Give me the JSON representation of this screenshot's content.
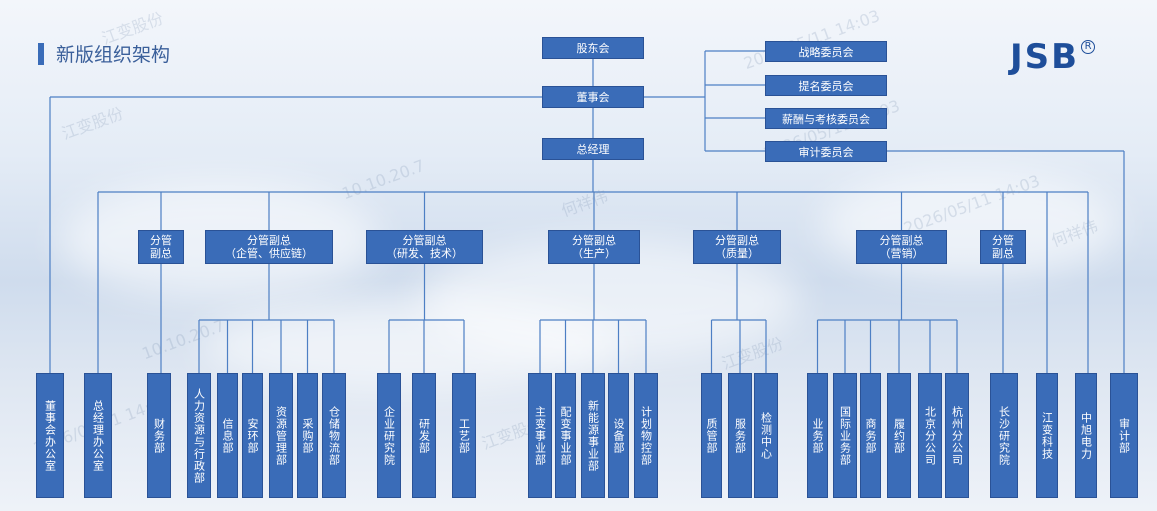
{
  "title": "新版组织架构",
  "logo": {
    "text": "JSB",
    "reg": "R"
  },
  "colors": {
    "box": "#3a6cb8",
    "border": "#2a5296",
    "line": "#4d7fc4"
  },
  "top": {
    "shareholders": "股东会",
    "board": "董事会",
    "gm": "总经理"
  },
  "committees": [
    "战略委员会",
    "提名委员会",
    "薪酬与考核委员会",
    "审计委员会"
  ],
  "vps": [
    [
      "分管",
      "副总"
    ],
    [
      "分管副总",
      "（企管、供应链）"
    ],
    [
      "分管副总",
      "（研发、技术）"
    ],
    [
      "分管副总",
      "（生产）"
    ],
    [
      "分管副总",
      "（质量）"
    ],
    [
      "分管副总",
      "（营销）"
    ],
    [
      "分管",
      "副总"
    ]
  ],
  "depts": [
    "董事会办公室",
    "总经理办公室",
    "财务部",
    "人力资源与行政部",
    "信息部",
    "安环部",
    "资源管理部",
    "采购部",
    "仓储物流部",
    "企业研究院",
    "研发部",
    "工艺部",
    "主变事业部",
    "配变事业部",
    "新能源事业部",
    "设备部",
    "计划物控部",
    "质管部",
    "服务部",
    "检测中心",
    "业务部",
    "国际业务部",
    "商务部",
    "履约部",
    "北京分公司",
    "杭州分公司",
    "长沙研究院",
    "江变科技",
    "中旭电力",
    "审计部"
  ],
  "watermarks": [
    "江变股份",
    "何祥伟",
    "2026/05/11 14:03",
    "10.10.20.7"
  ]
}
